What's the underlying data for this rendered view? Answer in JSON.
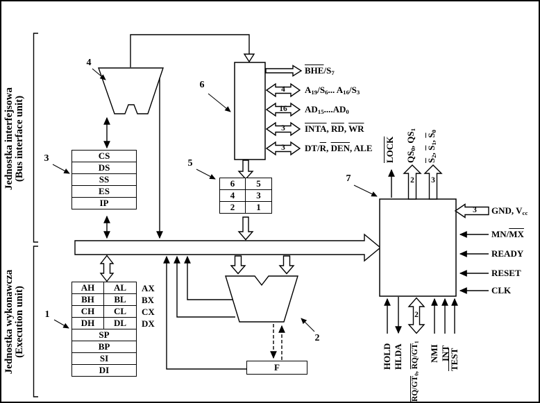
{
  "meta": {
    "bg": "#ffffff",
    "line": "#000000"
  },
  "left_panel": {
    "biu_title": "Jednostka interfejsowa",
    "biu_subtitle": "(Bus interface unit)",
    "eu_title": "Jednostka wykonawcza",
    "eu_subtitle": "(Execution unit)"
  },
  "callouts": {
    "gpregs": "1",
    "alu": "2",
    "segregs": "3",
    "adder": "4",
    "queue": "5",
    "buslogic": "6",
    "control": "7"
  },
  "segment_registers": [
    "CS",
    "DS",
    "SS",
    "ES",
    "IP"
  ],
  "instruction_queue": [
    [
      "6",
      "5"
    ],
    [
      "4",
      "3"
    ],
    [
      "2",
      "1"
    ]
  ],
  "gp_registers": {
    "pairs": [
      [
        "AH",
        "AL"
      ],
      [
        "BH",
        "BL"
      ],
      [
        "CH",
        "CL"
      ],
      [
        "DH",
        "DL"
      ]
    ],
    "pair_labels": [
      "AX",
      "BX",
      "CX",
      "DX"
    ],
    "singles": [
      "SP",
      "BP",
      "SI",
      "DI"
    ]
  },
  "flags_register": "F",
  "bus_signals": [
    {
      "count": "",
      "label": [
        {
          "t": "BHE",
          "ov": true
        },
        {
          "t": "/S"
        },
        {
          "t": "7",
          "sub": true
        }
      ]
    },
    {
      "count": "4",
      "label": [
        {
          "t": "A"
        },
        {
          "t": "19",
          "sub": true
        },
        {
          "t": "/S"
        },
        {
          "t": "6",
          "sub": true
        },
        {
          "t": "... A"
        },
        {
          "t": "16",
          "sub": true
        },
        {
          "t": "/S"
        },
        {
          "t": "3",
          "sub": true
        }
      ]
    },
    {
      "count": "16",
      "label": [
        {
          "t": "AD"
        },
        {
          "t": "15",
          "sub": true
        },
        {
          "t": "...."
        },
        {
          "t": "AD"
        },
        {
          "t": "0",
          "sub": true
        }
      ]
    },
    {
      "count": "3",
      "label": [
        {
          "t": "INTA",
          "ov": true
        },
        {
          "t": ", "
        },
        {
          "t": "RD",
          "ov": true
        },
        {
          "t": ", "
        },
        {
          "t": "WR",
          "ov": true
        }
      ]
    },
    {
      "count": "3",
      "label": [
        {
          "t": "DT/"
        },
        {
          "t": "R",
          "ov": true
        },
        {
          "t": ", "
        },
        {
          "t": "DEN",
          "ov": true
        },
        {
          "t": ", ALE"
        }
      ]
    }
  ],
  "control_unit": {
    "top": [
      {
        "count": "",
        "label": [
          {
            "t": "LOCK",
            "ov": true
          }
        ]
      },
      {
        "count": "2",
        "label": [
          {
            "t": "QS"
          },
          {
            "t": "0",
            "sub": true
          },
          {
            "t": ", QS"
          },
          {
            "t": "1",
            "sub": true
          }
        ]
      },
      {
        "count": "3",
        "label": [
          {
            "t": "S",
            "ov": true
          },
          {
            "t": "2",
            "sub": true
          },
          {
            "t": ", "
          },
          {
            "t": "S",
            "ov": true
          },
          {
            "t": "1",
            "sub": true
          },
          {
            "t": ", "
          },
          {
            "t": "S",
            "ov": true
          },
          {
            "t": "0",
            "sub": true
          }
        ]
      }
    ],
    "right": [
      {
        "count": "3",
        "label": [
          {
            "t": "GND, V"
          },
          {
            "t": "cc",
            "sub": true
          }
        ]
      },
      {
        "count": "",
        "label": [
          {
            "t": "MN/"
          },
          {
            "t": "MX",
            "ov": true
          }
        ]
      },
      {
        "count": "",
        "label": [
          {
            "t": "READY"
          }
        ]
      },
      {
        "count": "",
        "label": [
          {
            "t": "RESET"
          }
        ]
      },
      {
        "count": "",
        "label": [
          {
            "t": "CLK"
          }
        ]
      }
    ],
    "bottom": [
      {
        "count": "",
        "label": [
          {
            "t": "HOLD"
          }
        ]
      },
      {
        "count": "",
        "label": [
          {
            "t": "HLDA"
          }
        ]
      },
      {
        "count": "2",
        "label": [
          {
            "t": "RQ/GT",
            "ov": true
          },
          {
            "t": "0",
            "sub": true
          },
          {
            "t": ", "
          },
          {
            "t": "RQ/GT",
            "ov": true
          },
          {
            "t": "1",
            "sub": true
          }
        ]
      },
      {
        "count": "",
        "label": [
          {
            "t": "NMI"
          }
        ]
      },
      {
        "count": "",
        "label": [
          {
            "t": "INT"
          }
        ]
      },
      {
        "count": "",
        "label": [
          {
            "t": "TEST",
            "ov": true
          }
        ]
      }
    ]
  }
}
